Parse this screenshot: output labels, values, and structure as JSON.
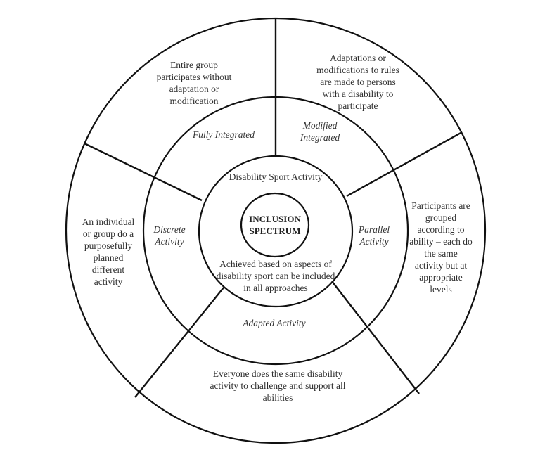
{
  "diagram": {
    "center": {
      "title_line1": "INCLUSION",
      "title_line2": "SPECTRUM"
    },
    "inner_ring": {
      "top_label": "Disability Sport Activity",
      "bottom_label_lines": [
        "Achieved based on aspects of",
        "disability sport can be included",
        "in all approaches"
      ]
    },
    "approaches": [
      {
        "name_lines": [
          "Fully Integrated"
        ],
        "description_lines": [
          "Entire group",
          "participates without",
          "adaptation or",
          "modification"
        ]
      },
      {
        "name_lines": [
          "Modified",
          "Integrated"
        ],
        "description_lines": [
          "Adaptations or",
          "modifications to rules",
          "are made to persons",
          "with a disability to",
          "participate"
        ]
      },
      {
        "name_lines": [
          "Parallel",
          "Activity"
        ],
        "description_lines": [
          "Participants are",
          "grouped",
          "according to",
          "ability – each do",
          "the same",
          "activity but at",
          "appropriate",
          "levels"
        ]
      },
      {
        "name_lines": [
          "Adapted Activity"
        ],
        "description_lines": [
          "Everyone does the same disability",
          "activity to challenge and support all",
          "abilities"
        ]
      },
      {
        "name_lines": [
          "Discrete",
          "Activity"
        ],
        "description_lines": [
          "An individual",
          "or group do a",
          "purposefully",
          "planned",
          "different",
          "activity"
        ]
      }
    ]
  }
}
